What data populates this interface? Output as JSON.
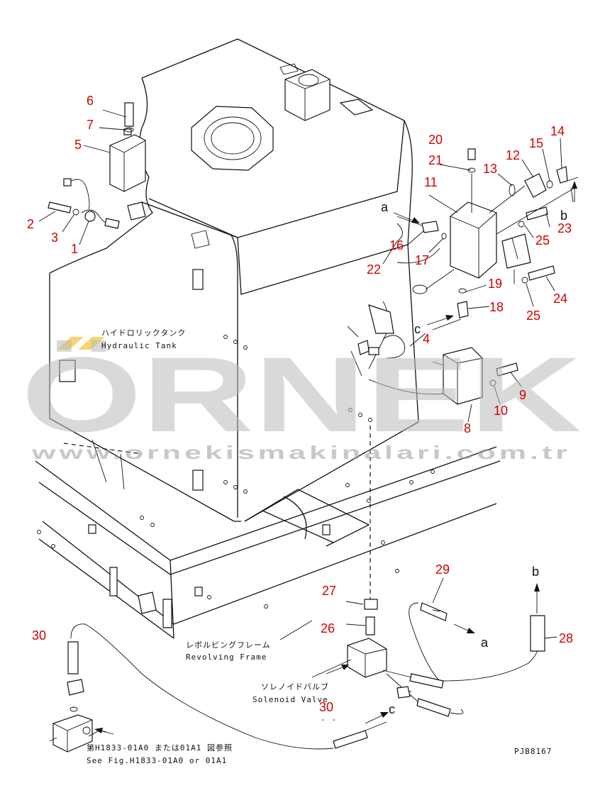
{
  "labels": {
    "tank_jp": "ハイドロリックタンク",
    "tank_en": "Hydraulic Tank",
    "frame_jp": "レボルビングフレーム",
    "frame_en": "Revolving Frame",
    "valve_jp": "ソレノイドバルブ",
    "valve_en": "Solenoid Valve",
    "ref_jp": "第H1833-01A0 または01A1 図参照",
    "ref_en": "See Fig.H1833-01A0 or 01A1",
    "dash": "- -",
    "code": "PJB8167"
  },
  "callouts": {
    "c1": "1",
    "c2": "2",
    "c3": "3",
    "c4": "4",
    "c5": "5",
    "c6": "6",
    "c7": "7",
    "c8": "8",
    "c9": "9",
    "c10": "10",
    "c11": "11",
    "c12": "12",
    "c13": "13",
    "c14": "14",
    "c15": "15",
    "c16": "16",
    "c17": "17",
    "c18": "18",
    "c19": "19",
    "c20": "20",
    "c21": "21",
    "c22": "22",
    "c23": "23",
    "c24": "24",
    "c25a": "25",
    "c25b": "25",
    "c26": "26",
    "c27": "27",
    "c28": "28",
    "c29": "29",
    "c30a": "30",
    "c30b": "30"
  },
  "letters": {
    "a1": "a",
    "a2": "a",
    "b1": "b",
    "b2": "b",
    "c1": "c",
    "c2": "c"
  },
  "watermark": {
    "brand": "ÖRNEK",
    "url": "www.ornekismakinalari.com.tr",
    "accent_color": "#f5c230"
  }
}
